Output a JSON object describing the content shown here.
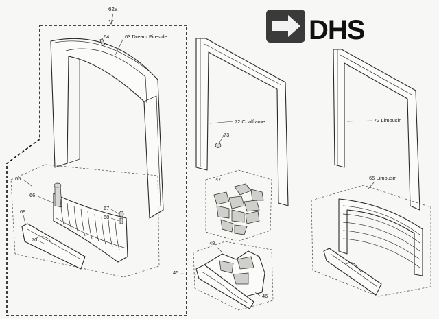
{
  "brand": {
    "logo_text": "DHS",
    "logo_colors": {
      "box": "#3a3a3a",
      "arrow": "#f2f2f2",
      "text": "#111111"
    }
  },
  "diagram": {
    "group_label": "62a",
    "callouts": {
      "c64": "64",
      "c63": "63 Dream Fireside",
      "c72a": "72 Coalflame",
      "c73": "73",
      "c72b": "72 Limousin",
      "c65a": "65",
      "c66": "66",
      "c67": "67",
      "c68": "68",
      "c69": "69",
      "c70": "70",
      "c47": "47",
      "c48": "48",
      "c45": "45",
      "c46": "46",
      "c65b": "65 Limousin"
    }
  }
}
